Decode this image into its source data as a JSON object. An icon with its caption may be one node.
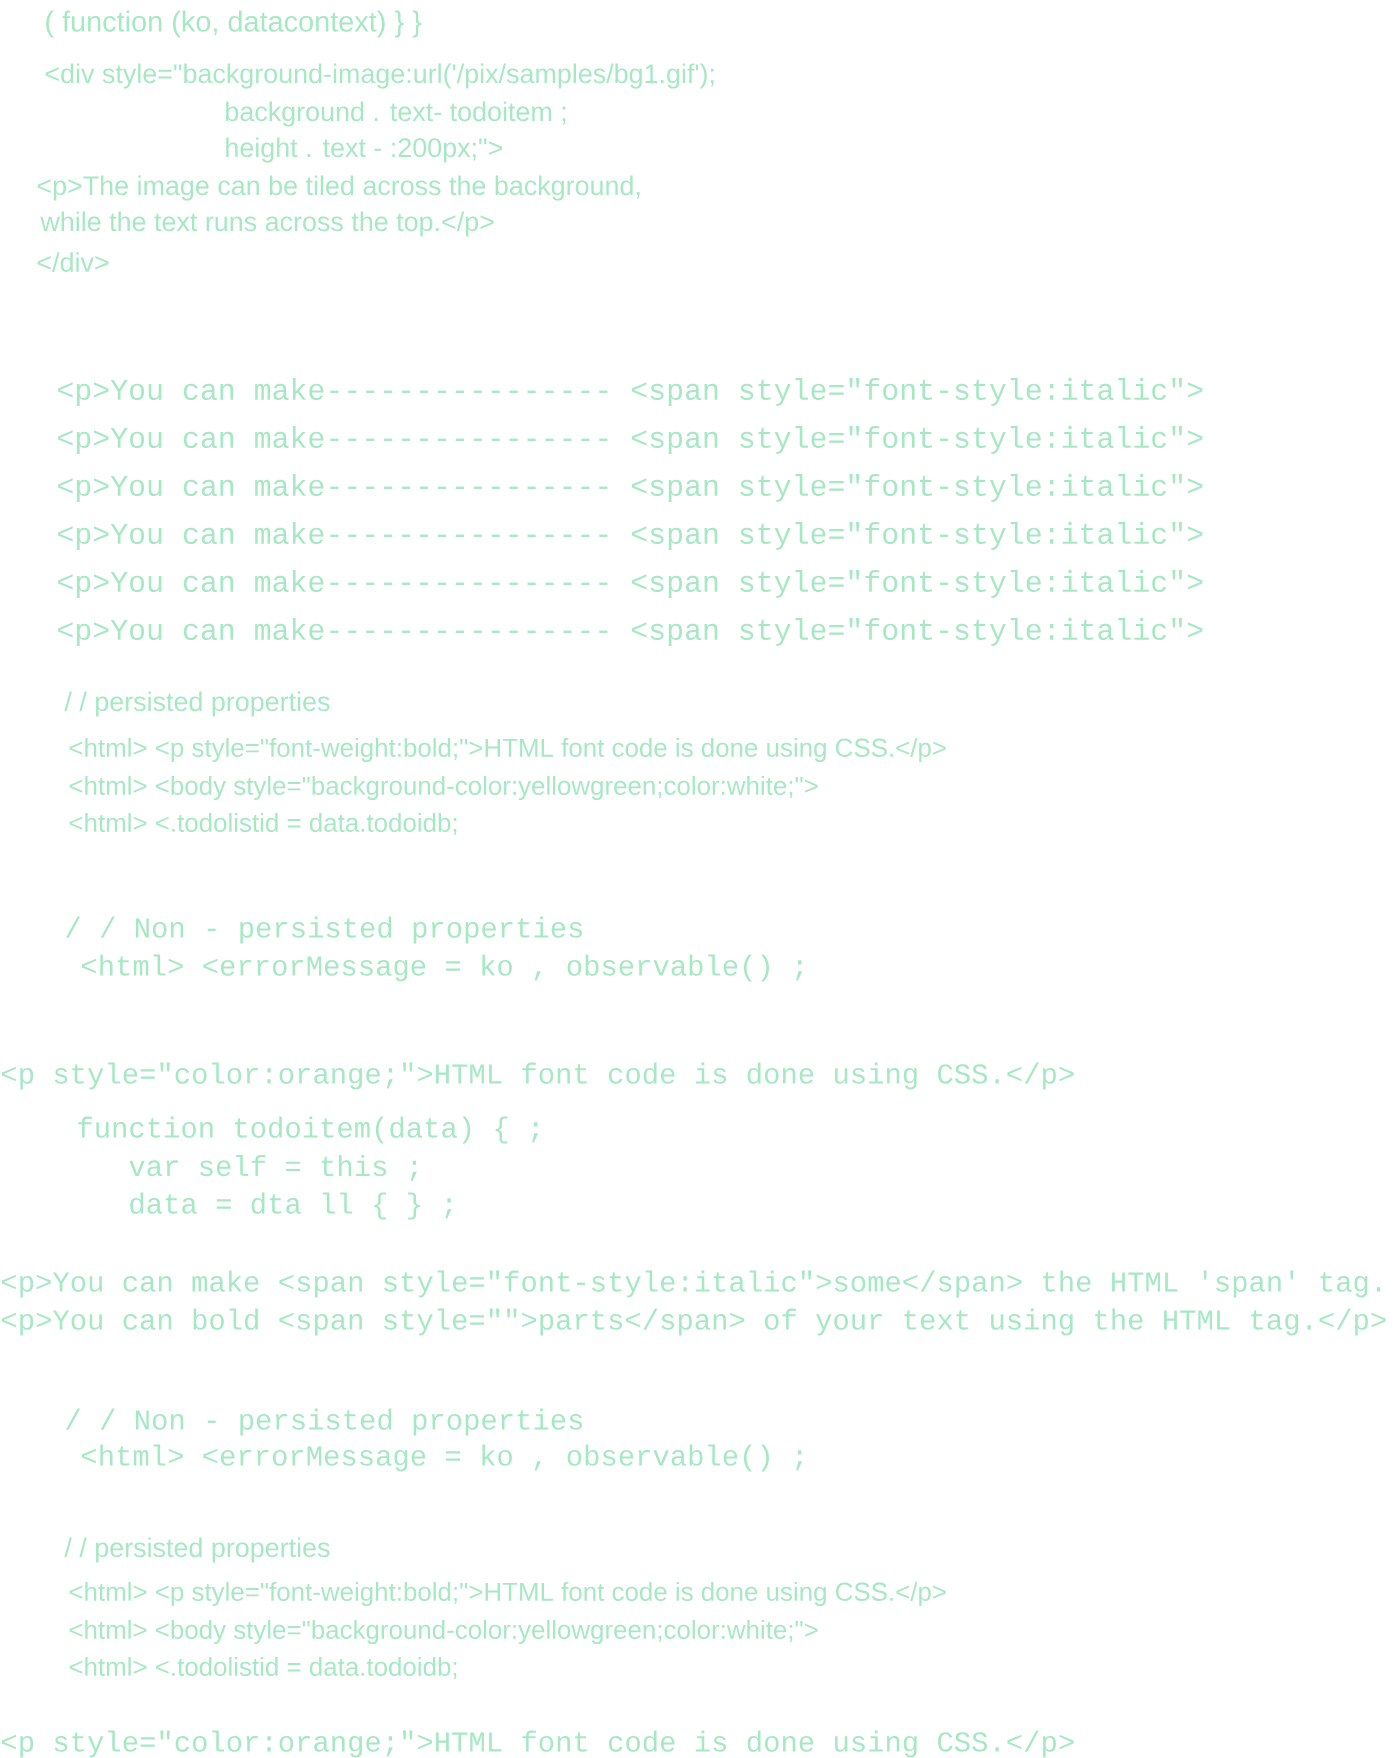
{
  "diagram": {
    "labels": [
      "( function (ko, datacontext) } }",
      "<div style=\"background-image:url('/pix/samples/bg1.gif');",
      "background . text- todoitem ;",
      "height . text - :200px;\">",
      "<p>The image can be tiled across the background,",
      "while the text runs across the top.</p>",
      "</div>",
      "<p>You can make---------------- <span style=\"font-style:italic\">",
      "<p>You can make---------------- <span style=\"font-style:italic\">",
      "<p>You can make---------------- <span style=\"font-style:italic\">",
      "<p>You can make---------------- <span style=\"font-style:italic\">",
      "<p>You can make---------------- <span style=\"font-style:italic\">",
      "<p>You can make---------------- <span style=\"font-style:italic\">",
      "/ / persisted properties",
      "<html> <p style=\"font-weight:bold;\">HTML font code is done using CSS.</p>",
      "<html> <body style=\"background-color:yellowgreen;color:white;\">",
      "<html> <.todolistid = data.todoidb;",
      "/ / Non - persisted properties",
      "<html> <errorMessage = ko , observable() ;",
      "<p style=\"color:orange;\">HTML font code is done using CSS.</p>",
      "function todoitem(data) { ;",
      "var self = this ;",
      "data = dta ll { } ;",
      "<p>You can make <span style=\"font-style:italic\">some</span> the HTML 'span' tag.",
      "<p>You can bold <span style=\"\">parts</span> of your text using the HTML tag.</p>",
      "/ / Non - persisted properties",
      "<html> <errorMessage = ko , observable() ;",
      "/ / persisted properties",
      "<html> <p style=\"font-weight:bold;\">HTML font code is done using CSS.</p>",
      "<html> <body style=\"background-color:yellowgreen;color:white;\">",
      "<html> <.todolistid = data.todoidb;",
      "<p style=\"color:orange;\">HTML font code is done using CSS.</p>"
    ]
  }
}
